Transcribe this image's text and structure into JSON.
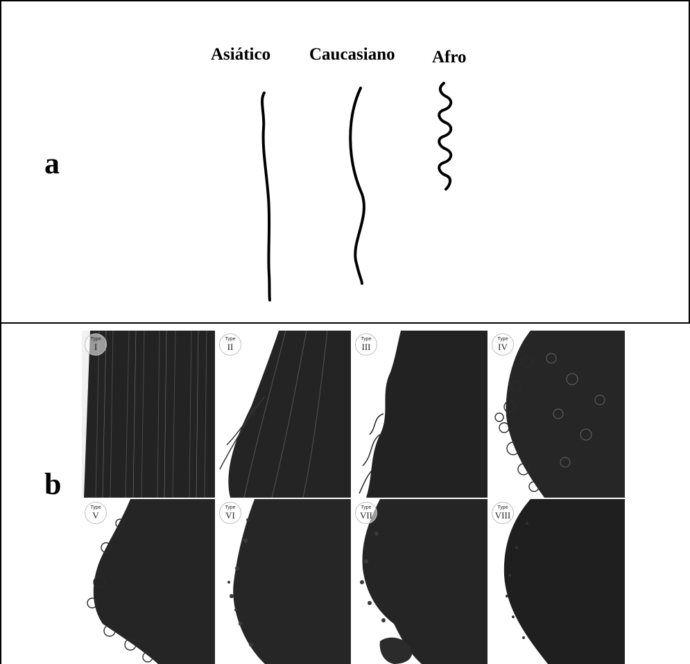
{
  "panel_a": {
    "letter": "a",
    "labels": [
      "Asiático",
      "Caucasiano",
      "Afro"
    ]
  },
  "panel_b": {
    "letter": "b",
    "badge_word": "Type",
    "types": [
      "I",
      "II",
      "III",
      "IV",
      "V",
      "VI",
      "VII",
      "VIII"
    ]
  },
  "colors": {
    "ink": "#000000",
    "hair_dark": "#1d1d1d",
    "background": "#ffffff"
  }
}
